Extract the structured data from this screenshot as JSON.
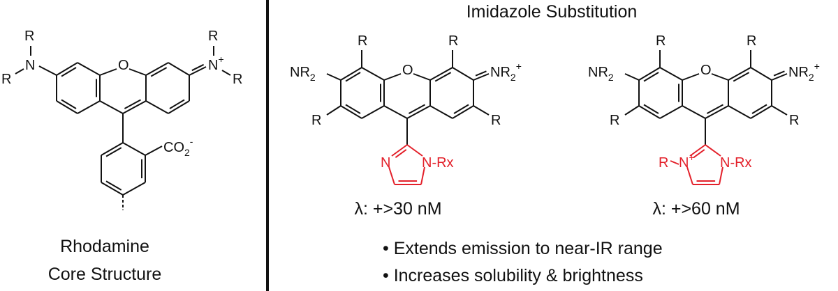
{
  "left": {
    "caption_line1": "Rhodamine",
    "caption_line2": "Core Structure",
    "atoms": {
      "R": "R",
      "N": "N",
      "O": "O",
      "plus": "+",
      "CO": "CO",
      "two": "2",
      "minus": "-"
    }
  },
  "right": {
    "title": "Imidazole Substitution",
    "structure1": {
      "lambda": "λ: +>30 nM",
      "NR": "NR",
      "two": "2",
      "plus": "+",
      "R": "R",
      "O": "O",
      "N": "N",
      "NRx": "N-Rx"
    },
    "structure2": {
      "lambda": "λ: +>60 nM",
      "NR": "NR",
      "two": "2",
      "plus": "+",
      "R": "R",
      "O": "O",
      "Nplus": "N",
      "NRx": "N-Rx"
    },
    "bullets": [
      "• Extends emission to near-IR range",
      "• Increases solubility & brightness"
    ]
  },
  "colors": {
    "ink": "#111111",
    "highlight": "#e3202a"
  }
}
